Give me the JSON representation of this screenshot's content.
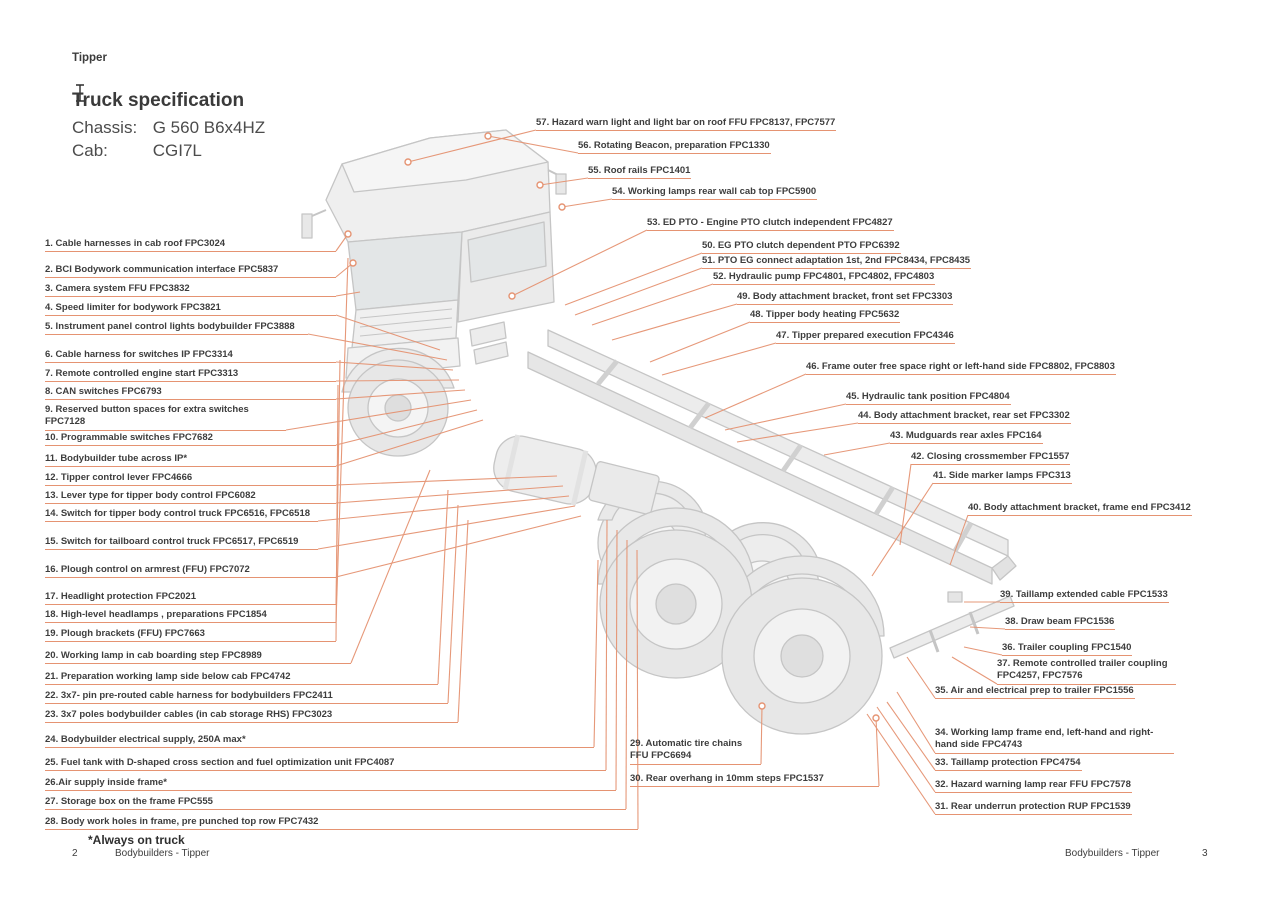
{
  "colors": {
    "accent": "#e59372",
    "label_text": "#3d3d3d",
    "drawing": "#c5c5c5"
  },
  "header": {
    "doc_tag": "Tipper",
    "title": "Truck specification",
    "chassis_label": "Chassis:",
    "chassis_value": "G 560 B6x4HZ",
    "cab_label": "Cab:",
    "cab_value": "CGI7L"
  },
  "labels_left": [
    {
      "id": "1",
      "text": "1. Cable harnesses in cab roof FPC3024"
    },
    {
      "id": "2",
      "text": "2. BCI Bodywork communication interface FPC5837"
    },
    {
      "id": "3",
      "text": "3. Camera system FFU FPC3832"
    },
    {
      "id": "4",
      "text": "4. Speed limiter for bodywork FPC3821"
    },
    {
      "id": "5",
      "text": "5. Instrument panel control lights bodybuilder FPC3888"
    },
    {
      "id": "6",
      "text": "6. Cable harness for switches IP FPC3314"
    },
    {
      "id": "7",
      "text": "7. Remote controlled engine start FPC3313"
    },
    {
      "id": "8",
      "text": "8. CAN switches FPC6793"
    },
    {
      "id": "9",
      "text": "9. Reserved button spaces for extra switches FPC7128"
    },
    {
      "id": "10",
      "text": "10. Programmable switches FPC7682"
    },
    {
      "id": "11",
      "text": "11. Bodybuilder tube across IP*"
    },
    {
      "id": "12",
      "text": "12. Tipper control lever FPC4666"
    },
    {
      "id": "13",
      "text": "13. Lever type for tipper body control FPC6082"
    },
    {
      "id": "14",
      "text": "14. Switch for tipper body control truck FPC6516, FPC6518"
    },
    {
      "id": "15",
      "text": "15. Switch for tailboard control truck FPC6517, FPC6519"
    },
    {
      "id": "16",
      "text": "16. Plough control on armrest (FFU) FPC7072"
    },
    {
      "id": "17",
      "text": "17. Headlight protection FPC2021"
    },
    {
      "id": "18",
      "text": "18. High-level headlamps , preparations FPC1854"
    },
    {
      "id": "19",
      "text": "19. Plough brackets (FFU) FPC7663"
    },
    {
      "id": "20",
      "text": "20. Working lamp in cab boarding step FPC8989"
    },
    {
      "id": "21",
      "text": "21. Preparation working lamp side below cab FPC4742"
    },
    {
      "id": "22",
      "text": "22. 3x7- pin pre-routed cable harness for bodybuilders FPC2411"
    },
    {
      "id": "23",
      "text": "23. 3x7 poles bodybuilder cables (in cab storage RHS) FPC3023"
    },
    {
      "id": "24",
      "text": "24. Bodybuilder electrical supply, 250A max*"
    },
    {
      "id": "25",
      "text": "25. Fuel tank with D-shaped cross section and fuel optimization unit FPC4087"
    },
    {
      "id": "26",
      "text": "26.Air supply inside frame*"
    },
    {
      "id": "27",
      "text": "27. Storage box on the frame FPC555"
    },
    {
      "id": "28",
      "text": "28. Body work holes in frame, pre punched top row FPC7432"
    }
  ],
  "labels_right": [
    {
      "id": "57",
      "text": "57. Hazard warn light and light bar on roof FFU FPC8137, FPC7577"
    },
    {
      "id": "56",
      "text": "56. Rotating Beacon, preparation FPC1330"
    },
    {
      "id": "55",
      "text": "55. Roof rails FPC1401"
    },
    {
      "id": "54",
      "text": "54. Working lamps rear wall cab top FPC5900"
    },
    {
      "id": "53",
      "text": "53. ED PTO - Engine PTO clutch independent FPC4827"
    },
    {
      "id": "50",
      "text": "50. EG PTO clutch dependent PTO FPC6392"
    },
    {
      "id": "51",
      "text": "51. PTO EG connect adaptation 1st, 2nd FPC8434, FPC8435"
    },
    {
      "id": "52",
      "text": "52. Hydraulic pump FPC4801, FPC4802, FPC4803"
    },
    {
      "id": "49",
      "text": "49. Body attachment bracket, front set FPC3303"
    },
    {
      "id": "48",
      "text": "48. Tipper body heating FPC5632"
    },
    {
      "id": "47",
      "text": "47. Tipper prepared execution FPC4346"
    },
    {
      "id": "46",
      "text": "46. Frame outer free space right or left-hand side FPC8802, FPC8803"
    },
    {
      "id": "45",
      "text": "45. Hydraulic tank position FPC4804"
    },
    {
      "id": "44",
      "text": "44. Body attachment bracket, rear set FPC3302"
    },
    {
      "id": "43",
      "text": "43. Mudguards rear axles FPC164"
    },
    {
      "id": "42",
      "text": "42. Closing crossmember FPC1557"
    },
    {
      "id": "41",
      "text": "41. Side marker lamps FPC313"
    },
    {
      "id": "40",
      "text": "40. Body attachment bracket, frame end FPC3412"
    },
    {
      "id": "39",
      "text": "39. Taillamp extended cable FPC1533"
    },
    {
      "id": "38",
      "text": "38. Draw beam FPC1536"
    },
    {
      "id": "36",
      "text": "36. Trailer coupling FPC1540"
    },
    {
      "id": "37",
      "text": "37. Remote controlled trailer coupling FPC4257, FPC7576"
    },
    {
      "id": "35",
      "text": "35. Air and electrical prep to trailer FPC1556"
    },
    {
      "id": "34",
      "text": "34. Working lamp frame end, left-hand and right-hand side FPC4743"
    },
    {
      "id": "33",
      "text": "33. Taillamp protection FPC4754"
    },
    {
      "id": "32",
      "text": "32. Hazard warning lamp rear FFU FPC7578"
    },
    {
      "id": "31",
      "text": "31. Rear underrun protection RUP FPC1539"
    },
    {
      "id": "29",
      "text": "29. Automatic tire chains FFU FPC6694"
    },
    {
      "id": "30",
      "text": "30. Rear overhang in 10mm steps FPC1537"
    }
  ],
  "always_note": "*Always on truck",
  "footer": {
    "left_page": "2",
    "left_text": "Bodybuilders - Tipper",
    "right_text": "Bodybuilders - Tipper",
    "right_page": "3"
  }
}
